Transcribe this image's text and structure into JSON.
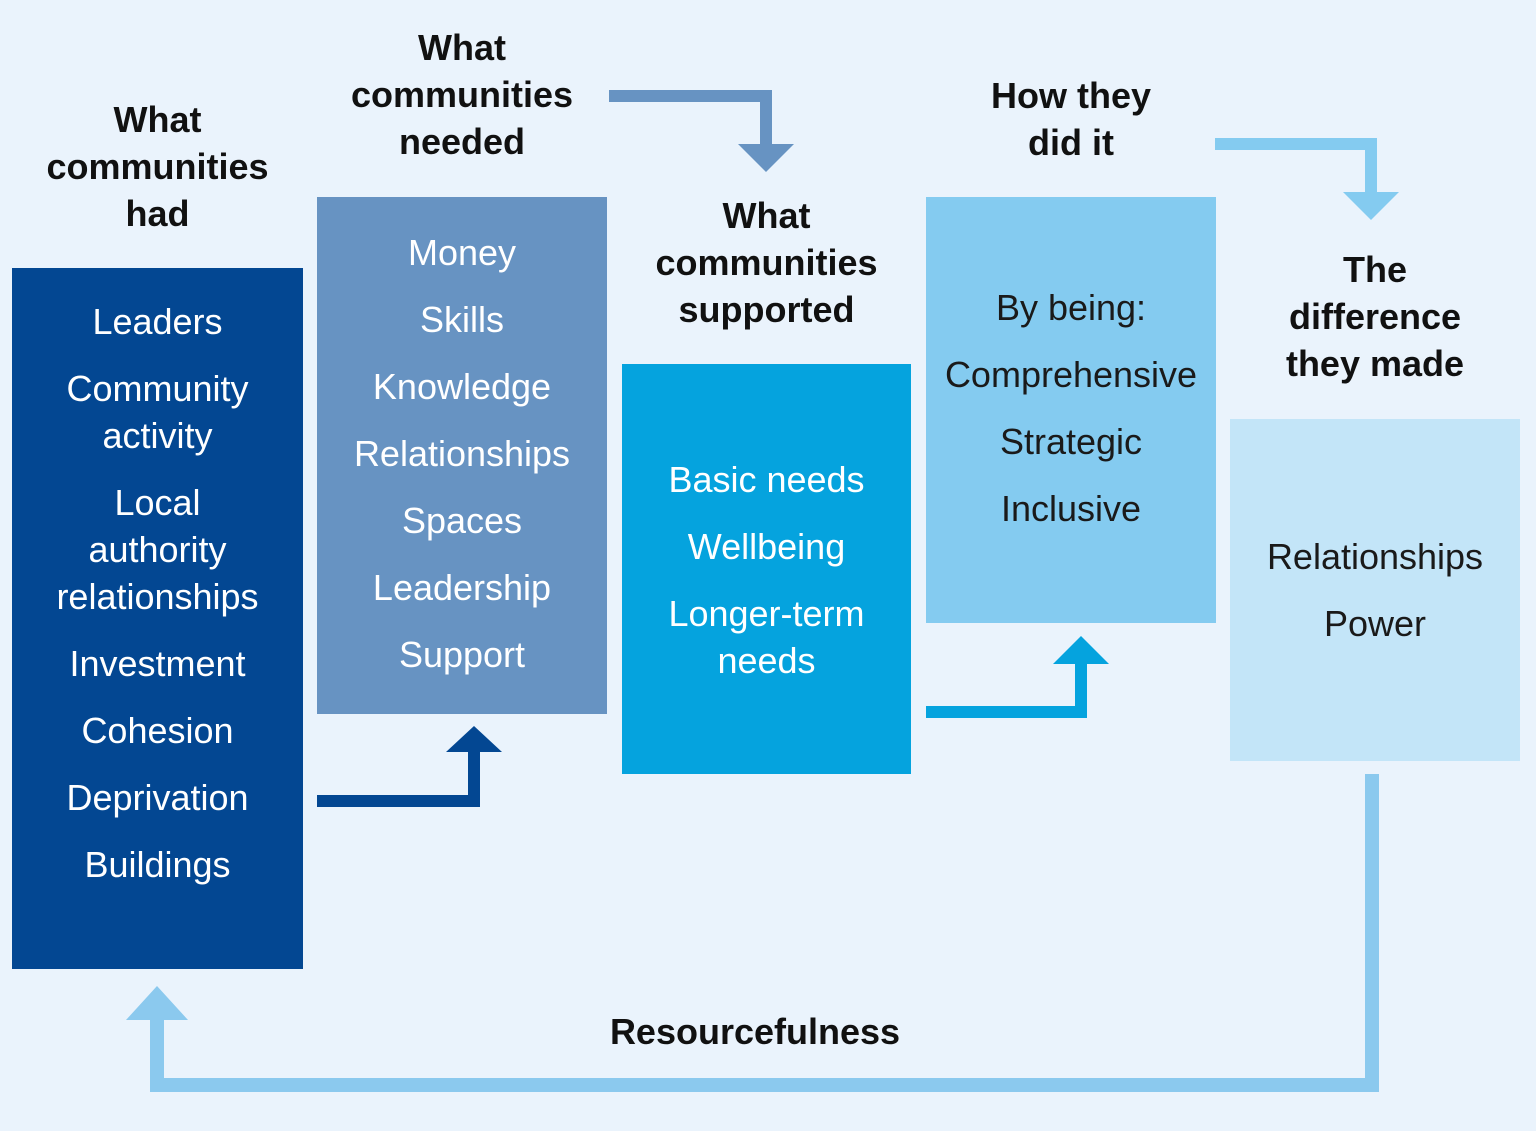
{
  "colors": {
    "background": "#eaf3fc",
    "stage1": "#034792",
    "stage2": "#6793c2",
    "stage3": "#05a3de",
    "stage4": "#84cbf0",
    "stage5": "#c3e5f8",
    "feedback_arrow": "#8bc9ee"
  },
  "stages": [
    {
      "heading": "What\ncommunities\nhad",
      "items": [
        "Leaders",
        "Community\nactivity",
        "Local\nauthority\nrelationships",
        "Investment",
        "Cohesion",
        "Deprivation",
        "Buildings"
      ]
    },
    {
      "heading": "What\ncommunities\nneeded",
      "items": [
        "Money",
        "Skills",
        "Knowledge",
        "Relationships",
        "Spaces",
        "Leadership",
        "Support"
      ]
    },
    {
      "heading": "What\ncommunities\nsupported",
      "items": [
        "Basic needs",
        "Wellbeing",
        "Longer-term\nneeds"
      ]
    },
    {
      "heading": "How they\ndid it",
      "items": [
        "By being:",
        "Comprehensive",
        "Strategic",
        "Inclusive"
      ]
    },
    {
      "heading": "The\ndifference\nthey made",
      "items": [
        "Relationships",
        "Power"
      ]
    }
  ],
  "feedback_label": "Resourcefulness"
}
